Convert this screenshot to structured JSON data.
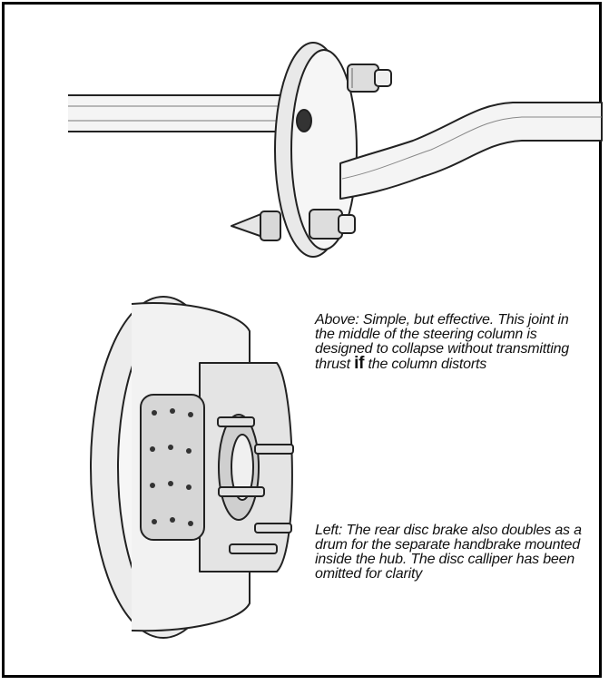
{
  "captions": {
    "top": {
      "lead": "Above: Simple, but effective.",
      "body": "This joint in the middle of the steering column is designed to collapse without transmitting thrust",
      "emphasis": "if",
      "tail": "the column distorts"
    },
    "bottom": {
      "text": "Left: The rear disc brake also doubles as a drum for the separate handbrake mounted inside the hub. The disc calliper has been omitted for clarity"
    }
  }
}
